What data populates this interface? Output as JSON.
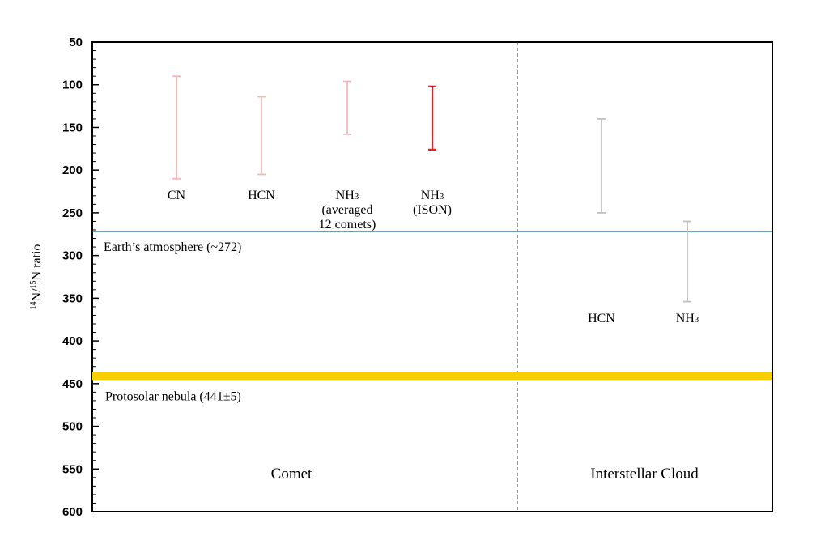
{
  "chart_data": {
    "type": "errorbar",
    "title": "",
    "xlabel": "",
    "ylabel": {
      "sup1": "14",
      "n1": "N/",
      "sup2": "15",
      "n2": "N ratio"
    },
    "ylim": [
      50,
      600
    ],
    "y_inverted": true,
    "yticks": [
      50,
      100,
      150,
      200,
      250,
      300,
      350,
      400,
      450,
      500,
      550,
      600
    ],
    "grid": false,
    "regions": [
      {
        "name": "Comet"
      },
      {
        "name": "Interstellar Cloud"
      }
    ],
    "series": [
      {
        "label_lines": [
          {
            "base": "CN",
            "sub": ""
          }
        ],
        "region": "Comet",
        "min": 90,
        "max": 210,
        "color": "#f4b8b8"
      },
      {
        "label_lines": [
          {
            "base": "HCN",
            "sub": ""
          }
        ],
        "region": "Comet",
        "min": 114,
        "max": 205,
        "color": "#f4b8b8"
      },
      {
        "label_lines": [
          {
            "base": "NH",
            "sub": "3"
          },
          {
            "base": "(averaged",
            "sub": ""
          },
          {
            "base": "12 comets)",
            "sub": ""
          }
        ],
        "region": "Comet",
        "min": 96,
        "max": 158,
        "color": "#f4b8b8"
      },
      {
        "label_lines": [
          {
            "base": "NH",
            "sub": "3"
          },
          {
            "base": "(ISON)",
            "sub": ""
          }
        ],
        "region": "Comet",
        "min": 102,
        "max": 176,
        "color": "#e02020"
      },
      {
        "label_lines": [
          {
            "base": "HCN",
            "sub": ""
          }
        ],
        "region": "Interstellar Cloud",
        "min": 140,
        "max": 250,
        "color": "#c0c0c0"
      },
      {
        "label_lines": [
          {
            "base": "NH",
            "sub": "3"
          }
        ],
        "region": "Interstellar Cloud",
        "min": 260,
        "max": 354,
        "color": "#c0c0c0"
      }
    ],
    "reference_lines": [
      {
        "label": "Earth’s atmosphere (~272)",
        "value": 272,
        "color": "#3a7cc8",
        "style": "thin"
      },
      {
        "label": "Protosolar nebula (441±5)",
        "value": 441,
        "uncertainty": 5,
        "color": "#f7cf00",
        "style": "band"
      }
    ]
  }
}
